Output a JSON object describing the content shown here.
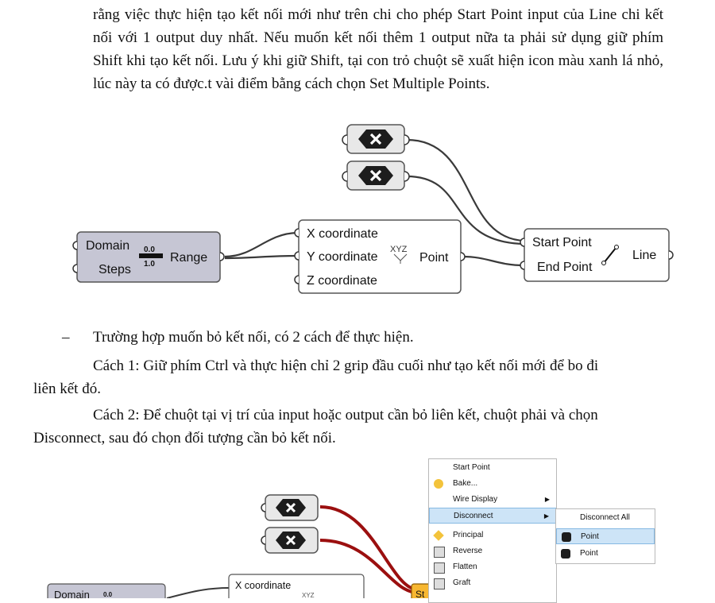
{
  "text": {
    "para1": "rằng việc thực hiện tạo kết nối mới như trên chi cho phép Start Point input của Line chi kết nối với 1 output duy nhất. Nếu muốn kết nối thêm 1 output nữa ta phải sử dụng giữ phím Shift khi tạo kết nối. Lưu ý khi giữ Shift, tại con trỏ chuột sẽ xuất hiện icon màu xanh lá nhỏ, lúc này ta có được.t vài điểm bằng cách chọn Set Multiple Points.",
    "bullet_dash": "–",
    "bullet_text": "Trường hợp muốn bỏ kết nối, có 2 cách để thực hiện.",
    "cach1_a": "Cách 1: Giữ phím Ctrl và thực hiện chỉ 2 grip đầu cuối như tạo kết nối mới để bo đi",
    "cach1_b": "liên kết đó.",
    "cach2_a": "Cách 2: Để chuột tại vị trí của input hoặc output cần bỏ liên kết, chuột phải và chọn",
    "cach2_b": "Disconnect, sau đó chọn đối tượng cần bỏ kết nối."
  },
  "figure1": {
    "range": {
      "in1": "Domain",
      "in2": "Steps",
      "out": "Range",
      "icon_top": "0.0",
      "icon_bottom": "1.0"
    },
    "point": {
      "in1": "X coordinate",
      "in2": "Y coordinate",
      "in3": "Z coordinate",
      "icon": "XYZ",
      "out": "Point"
    },
    "line": {
      "in1": "Start Point",
      "in2": "End Point",
      "out": "Line"
    }
  },
  "figure2": {
    "domain_label": "Domain",
    "domain_val": "0.0",
    "xcoord": "X coordinate",
    "xyz": "XYZ",
    "st_label": "St",
    "menu": {
      "items": [
        "Start Point",
        "Bake...",
        "Wire Display",
        "Disconnect",
        "Principal",
        "Reverse",
        "Flatten",
        "Graft"
      ],
      "submenu": [
        "Disconnect All",
        "Point",
        "Point"
      ]
    }
  },
  "colors": {
    "wire_red": "#9b0f0f",
    "component_fill": "#ffffff",
    "range_fill": "#c6c6d4",
    "menu_highlight": "#cde4f7"
  }
}
